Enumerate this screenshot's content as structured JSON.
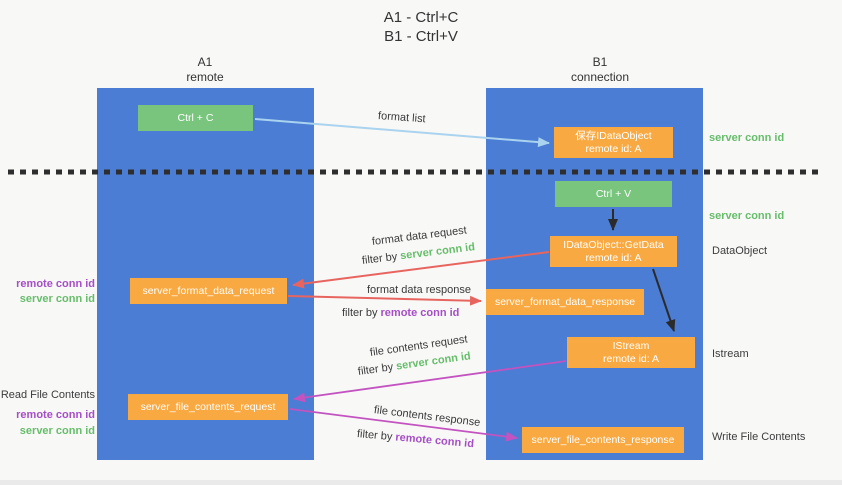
{
  "title": {
    "line1": "A1 - Ctrl+C",
    "line2": "B1 - Ctrl+V"
  },
  "lanes": {
    "a1": {
      "name": "A1",
      "subtitle": "remote"
    },
    "b1": {
      "name": "B1",
      "subtitle": "connection"
    }
  },
  "nodes": {
    "ctrl_c": {
      "label": "Ctrl + C"
    },
    "save_idataobject": {
      "line1": "保存IDataObject",
      "line2": "remote id: A"
    },
    "ctrl_v": {
      "label": "Ctrl + V"
    },
    "getdata": {
      "line1": "IDataObject::GetData",
      "line2": "remote id: A"
    },
    "server_format_data_request": {
      "label": "server_format_data_request"
    },
    "server_format_data_response": {
      "label": "server_format_data_response"
    },
    "istream": {
      "line1": "IStream",
      "line2": "remote id: A"
    },
    "server_file_contents_request": {
      "label": "server_file_contents_request"
    },
    "server_file_contents_response": {
      "label": "server_file_contents_response"
    }
  },
  "flow_labels": {
    "format_list": "format list",
    "format_data_request": "format data request",
    "format_data_response": "format data response",
    "file_contents_request": "file contents request",
    "file_contents_response": "file contents response",
    "filter_by": "filter by",
    "server_conn_id": "server conn id",
    "remote_conn_id": "remote conn id"
  },
  "side_labels": {
    "right_server_conn_id_top": "server conn id",
    "right_server_conn_id_mid": "server conn id",
    "dataobject": "DataObject",
    "istream": "Istream",
    "write_file_contents": "Write File Contents",
    "read_file_contents": "Read File Contents",
    "left_remote_conn_id_top": "remote conn id",
    "left_server_conn_id_top": "server conn id",
    "left_remote_conn_id_bottom": "remote conn id",
    "left_server_conn_id_bottom": "server conn id"
  },
  "colors": {
    "lane_blue": "#4a7dd3",
    "node_orange": "#f9a941",
    "node_green": "#79c57e",
    "green_text": "#67bd6b",
    "purple_text": "#a54ec6",
    "red_arrow": "#e8655f",
    "purple_arrow": "#c353c0",
    "blue_arrow": "#a9d3ee",
    "dashed_line": "#2e2e2e"
  }
}
